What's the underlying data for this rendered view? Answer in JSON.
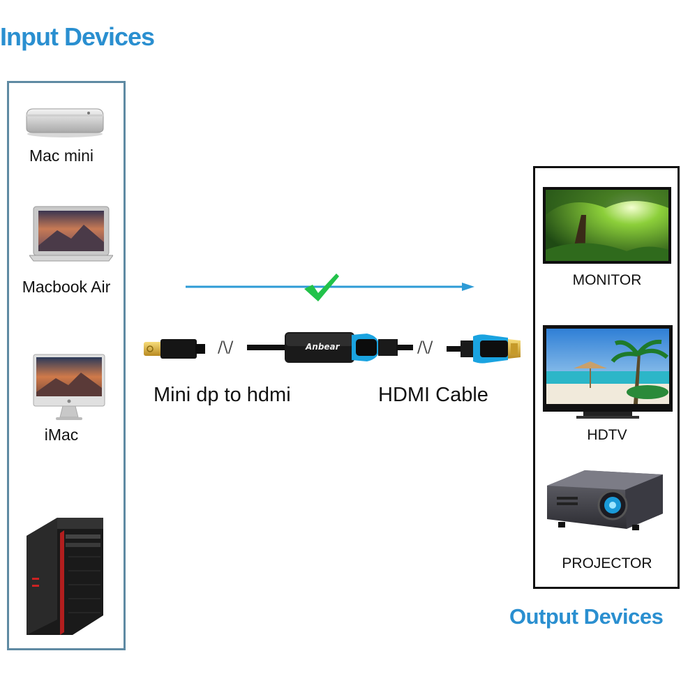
{
  "input_section": {
    "title": "Input Devices",
    "devices": [
      {
        "label": "Mac mini",
        "icon": "mac-mini-icon"
      },
      {
        "label": "Macbook Air",
        "icon": "laptop-icon"
      },
      {
        "label": "iMac",
        "icon": "imac-icon"
      },
      {
        "label": "",
        "icon": "desktop-tower-icon"
      }
    ]
  },
  "output_section": {
    "title": "Output Devices",
    "devices": [
      {
        "label": "MONITOR",
        "icon": "monitor-icon"
      },
      {
        "label": "HDTV",
        "icon": "tv-icon"
      },
      {
        "label": "PROJECTOR",
        "icon": "projector-icon"
      }
    ]
  },
  "connection": {
    "adapter_brand": "Anbear",
    "adapter_label": "Mini dp to hdmi",
    "cable_label": "HDMI Cable",
    "separator": "/\\/",
    "status_icon": "check-icon"
  },
  "colors": {
    "accent": "#2a8fd0",
    "arrow": "#2e9bd6",
    "check": "#22c24a",
    "connector_blue": "#1aa3e0"
  }
}
